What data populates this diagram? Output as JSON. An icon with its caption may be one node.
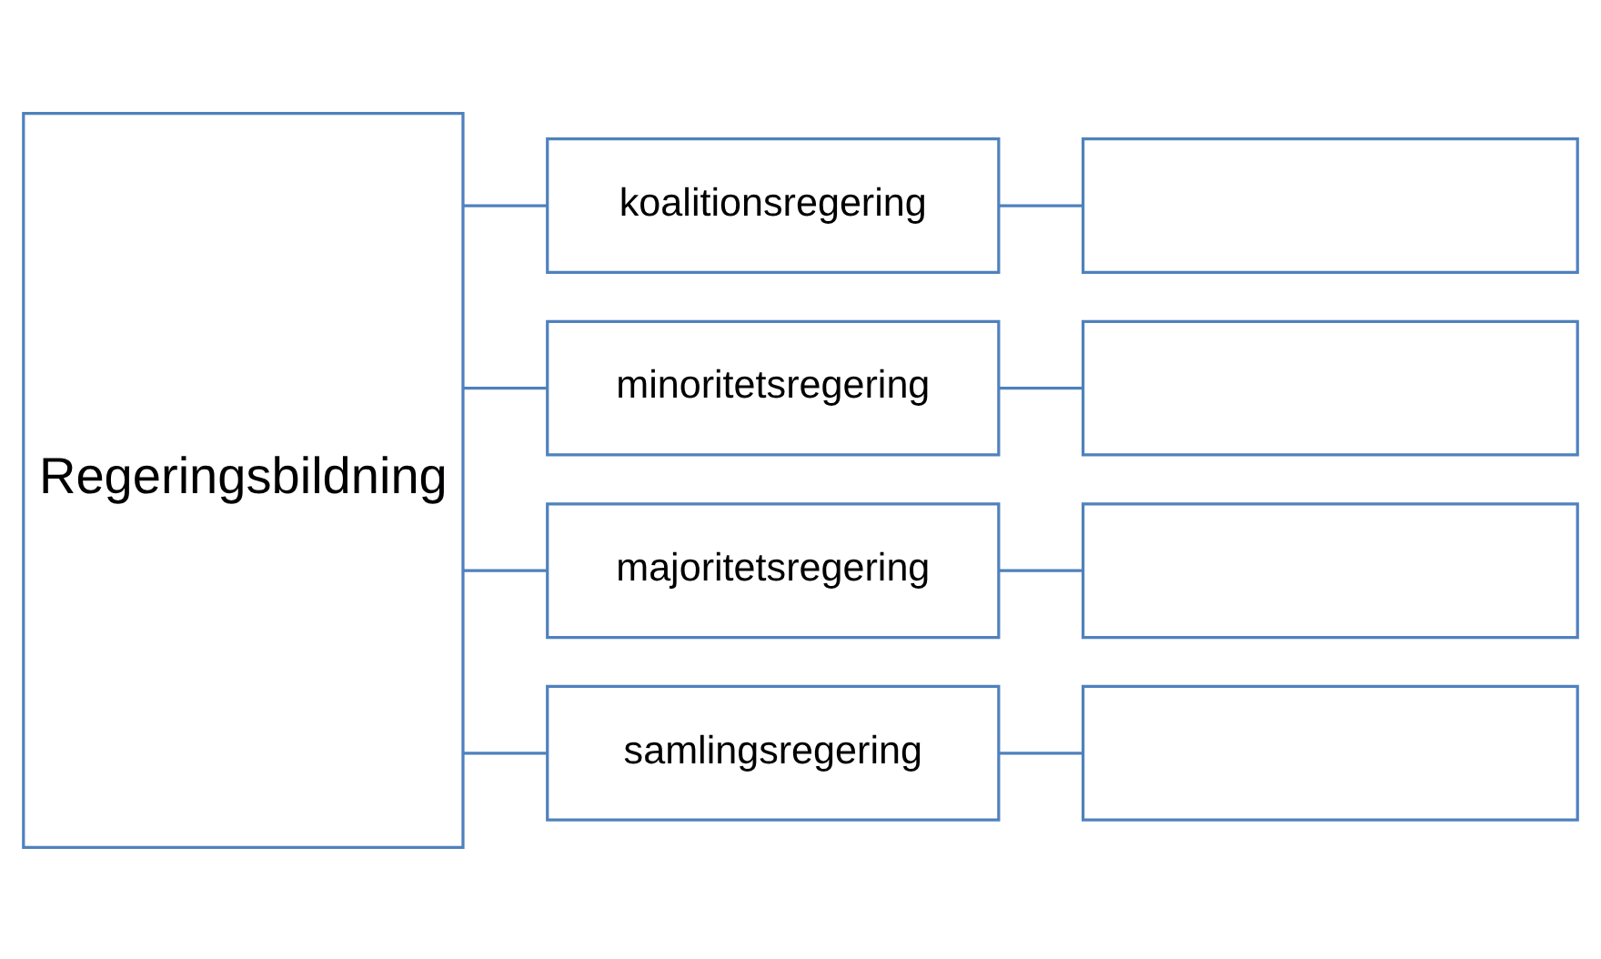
{
  "diagram": {
    "nodes": [
      {
        "text": [
          "Regeringsbildning"
        ]
      },
      {
        "text": [
          "koalitionsregering"
        ]
      },
      {
        "text": [
          "minoritetsregering"
        ]
      },
      {
        "text": [
          "majoritetsregering"
        ]
      },
      {
        "text": [
          "samlingsregering"
        ]
      },
      {
        "text": [],
        "shape": "box"
      },
      {
        "text": [],
        "shape": "box"
      },
      {
        "text": [],
        "shape": "box"
      },
      {
        "text": [],
        "shape": "box"
      }
    ],
    "edges": [
      {
        "from": 0,
        "to": 1,
        "arrow": "none"
      },
      {
        "from": 0,
        "to": 2,
        "arrow": "none"
      },
      {
        "from": 0,
        "to": 3,
        "arrow": "none"
      },
      {
        "from": 0,
        "to": 4,
        "arrow": "none"
      },
      {
        "from": 1,
        "to": 5,
        "arrow": "none"
      },
      {
        "from": 2,
        "to": 6,
        "arrow": "none"
      },
      {
        "from": 3,
        "to": 7,
        "arrow": "none"
      },
      {
        "from": 4,
        "to": 8,
        "arrow": "none"
      }
    ]
  }
}
